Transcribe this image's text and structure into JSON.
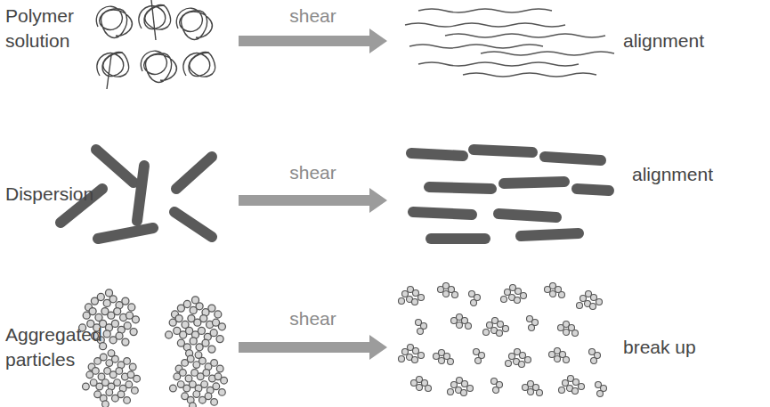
{
  "diagram": {
    "labels": [
      "Polymer solution",
      "shear",
      "alignment",
      "Dispersion",
      "shear",
      "alignment",
      "Aggregated particles",
      "shear",
      "break up"
    ]
  }
}
